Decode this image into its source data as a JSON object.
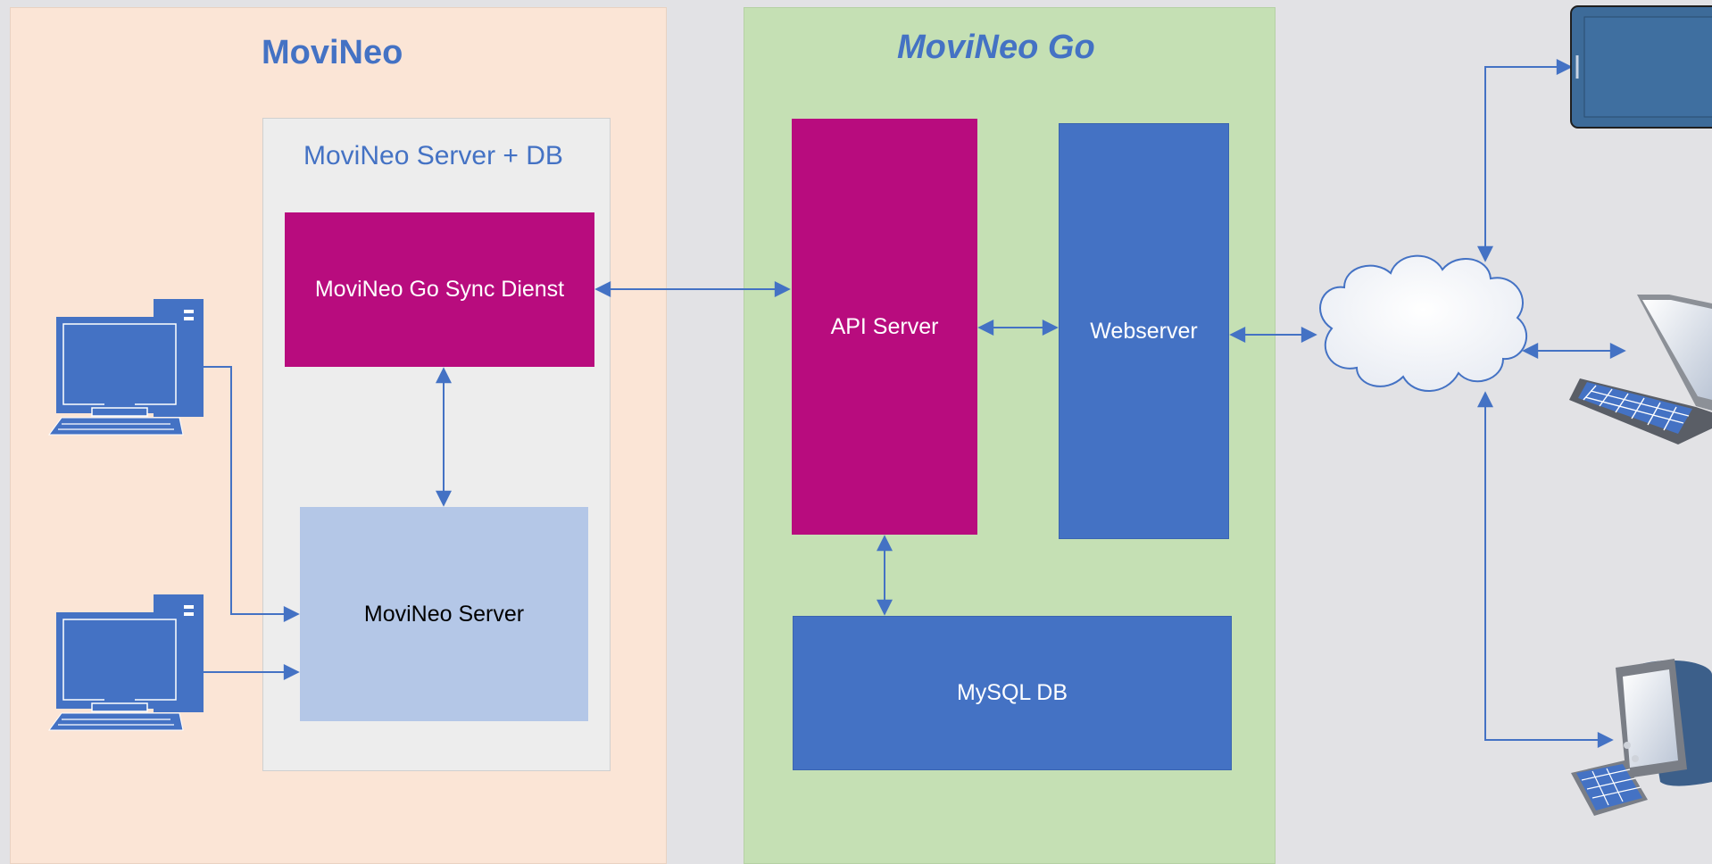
{
  "zones": {
    "movineo": "MoviNeo",
    "movineo_go": "MoviNeo Go",
    "server_db": "MoviNeo Server + DB"
  },
  "boxes": {
    "sync": "MoviNeo Go Sync Dienst",
    "movineo_server": "MoviNeo Server",
    "api_server": "API Server",
    "webserver": "Webserver",
    "mysql": "MySQL DB"
  },
  "colors": {
    "accent": "#4472c4",
    "magenta": "#b80c7e",
    "light_blue": "#b4c7e7",
    "peach": "#fbe5d6",
    "green": "#c5e0b4",
    "gray": "#ededed",
    "background": "#e2e2e5"
  },
  "icons": [
    "desktop-computer-icon",
    "desktop-computer-icon",
    "cloud-icon",
    "tablet-icon",
    "laptop-icon",
    "workstation-icon"
  ]
}
